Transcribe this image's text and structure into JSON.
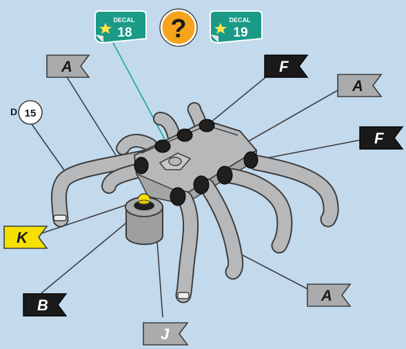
{
  "colors": {
    "background": "#c3d9ec",
    "part_fill": "#b6b8ba",
    "part_stroke": "#3c3c3c",
    "ring": "#1f1f1f",
    "flag_grey": "#a9abad",
    "flag_black": "#1a1a1a",
    "flag_yellow": "#f5e000",
    "decal_green": "#1a9a87",
    "question_orange": "#f5a31b",
    "pointer_teal": "#2aa9a3"
  },
  "header": {
    "decal_left": {
      "word": "DECAL",
      "number": "18",
      "icon": "star-icon"
    },
    "question": {
      "symbol": "?",
      "icon": "question-icon"
    },
    "decal_right": {
      "word": "DECAL",
      "number": "19",
      "icon": "star-icon"
    }
  },
  "callouts": {
    "d15": {
      "prefix": "D",
      "number": "15"
    },
    "a_top_left": {
      "letter": "A",
      "style": "grey"
    },
    "f_top": {
      "letter": "F",
      "style": "black"
    },
    "a_right": {
      "letter": "A",
      "style": "grey"
    },
    "f_right": {
      "letter": "F",
      "style": "black"
    },
    "k_left": {
      "letter": "K",
      "style": "yellow"
    },
    "b_bottom_left": {
      "letter": "B",
      "style": "black"
    },
    "j_bottom": {
      "letter": "J",
      "style": "grey"
    },
    "a_bottom_right": {
      "letter": "A",
      "style": "grey"
    }
  }
}
